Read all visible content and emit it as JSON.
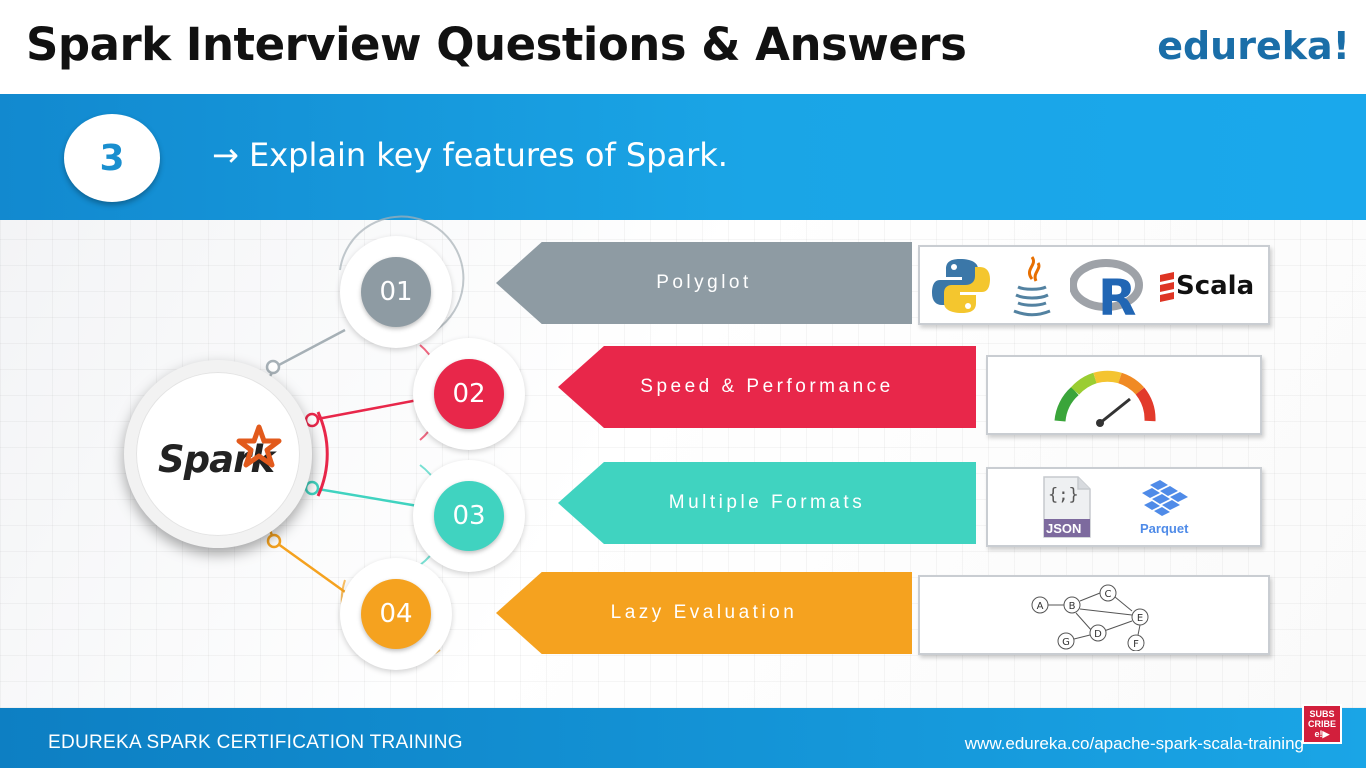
{
  "header": {
    "title": "Spark Interview Questions & Answers",
    "brand": "edureka!"
  },
  "question": {
    "number": "3",
    "text": "→ Explain key features of Spark."
  },
  "center": {
    "logo_text": "Spark"
  },
  "features": [
    {
      "number": "01",
      "label": "Polyglot",
      "color": "#8e9ba3"
    },
    {
      "number": "02",
      "label": "Speed & Performance",
      "color": "#e8274a"
    },
    {
      "number": "03",
      "label": "Multiple Formats",
      "color": "#40d3c0"
    },
    {
      "number": "04",
      "label": "Lazy Evaluation",
      "color": "#f5a21f"
    }
  ],
  "icons": {
    "polyglot": {
      "scala_label": "Scala",
      "r_label": "R"
    },
    "formats": {
      "json_glyph": "{;}",
      "json_label": "JSON",
      "parquet_label": "Parquet"
    },
    "dag_nodes": [
      "A",
      "B",
      "C",
      "D",
      "E",
      "F",
      "G"
    ]
  },
  "footer": {
    "left": "EDUREKA SPARK CERTIFICATION TRAINING",
    "right": "www.edureka.co/apache-spark-scala-training"
  },
  "subscribe": {
    "line1": "SUBS",
    "line2": "CRIBE"
  }
}
